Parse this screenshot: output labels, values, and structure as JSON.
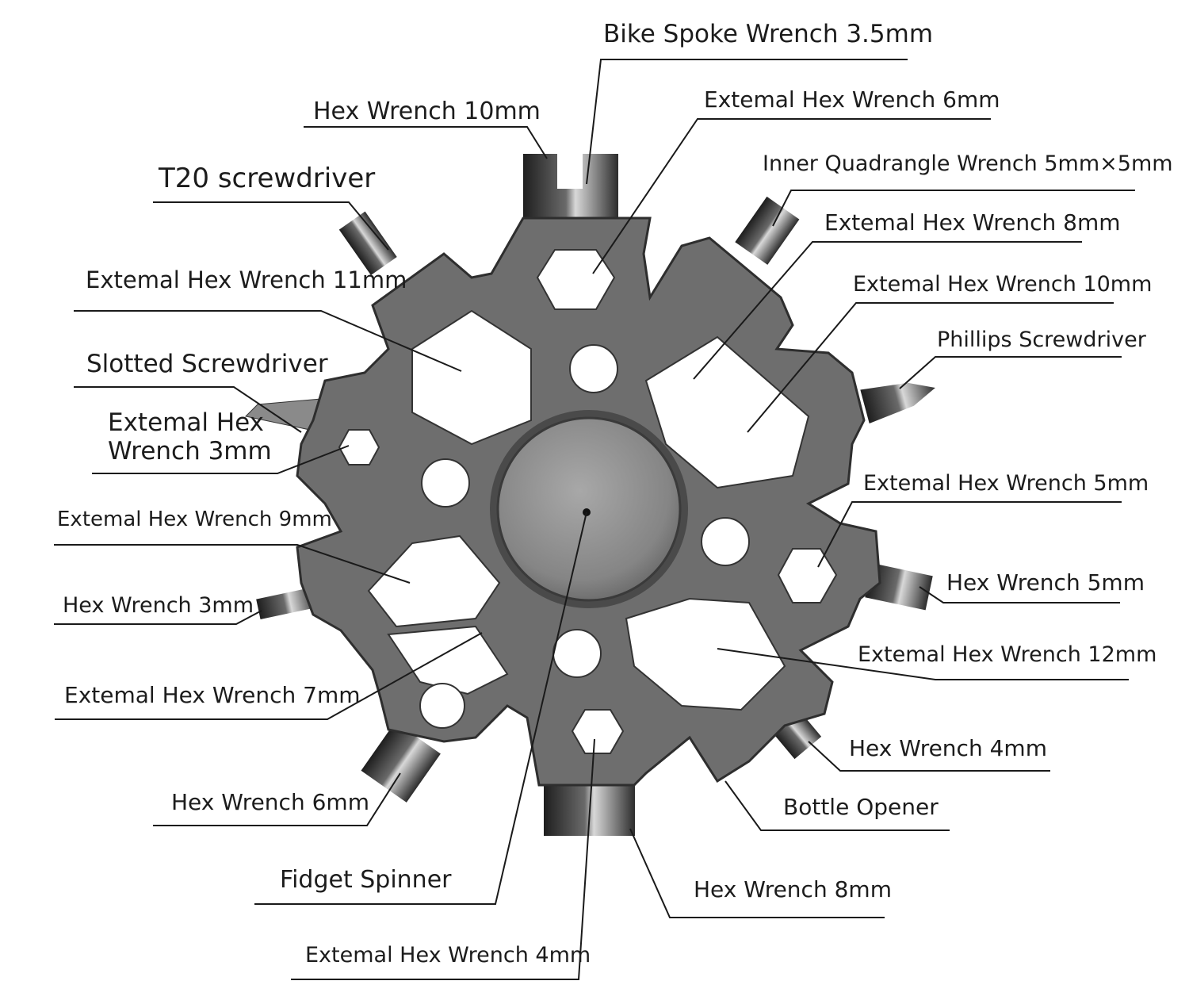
{
  "labels": {
    "bike_spoke_wrench": "Bike Spoke Wrench 3.5mm",
    "hex_wrench_10": "Hex Wrench 10mm",
    "external_hex_6": "Extemal Hex Wrench 6mm",
    "inner_quadrangle": "Inner Quadrangle Wrench 5mm×5mm",
    "t20_screwdriver": "T20 screwdriver",
    "external_hex_8": "Extemal Hex Wrench 8mm",
    "external_hex_11": "Extemal Hex Wrench 11mm",
    "external_hex_10": "Extemal Hex Wrench 10mm",
    "phillips_screwdriver": "Phillips Screwdriver",
    "slotted_screwdriver": "Slotted Screwdriver",
    "external_hex_3_line1": "Extemal Hex",
    "external_hex_3_line2": "Wrench 3mm",
    "external_hex_5": "Extemal Hex Wrench 5mm",
    "external_hex_9": "Extemal Hex Wrench 9mm",
    "hex_wrench_5": "Hex Wrench 5mm",
    "hex_wrench_3": "Hex Wrench 3mm",
    "external_hex_12": "Extemal Hex Wrench 12mm",
    "external_hex_7": "Extemal Hex Wrench 7mm",
    "hex_wrench_4": "Hex Wrench 4mm",
    "hex_wrench_6": "Hex Wrench 6mm",
    "bottle_opener": "Bottle Opener",
    "fidget_spinner": "Fidget Spinner",
    "hex_wrench_8": "Hex Wrench 8mm",
    "external_hex_4": "Extemal Hex Wrench 4mm"
  },
  "colors": {
    "tool_body": "#6e6e6e",
    "tool_shadow": "#3a3a3a",
    "bit_dark": "#2a2a2a",
    "bit_light": "#bdbdbd",
    "hole": "#ffffff",
    "line": "#1a1a1a",
    "text": "#1c1c1c"
  }
}
